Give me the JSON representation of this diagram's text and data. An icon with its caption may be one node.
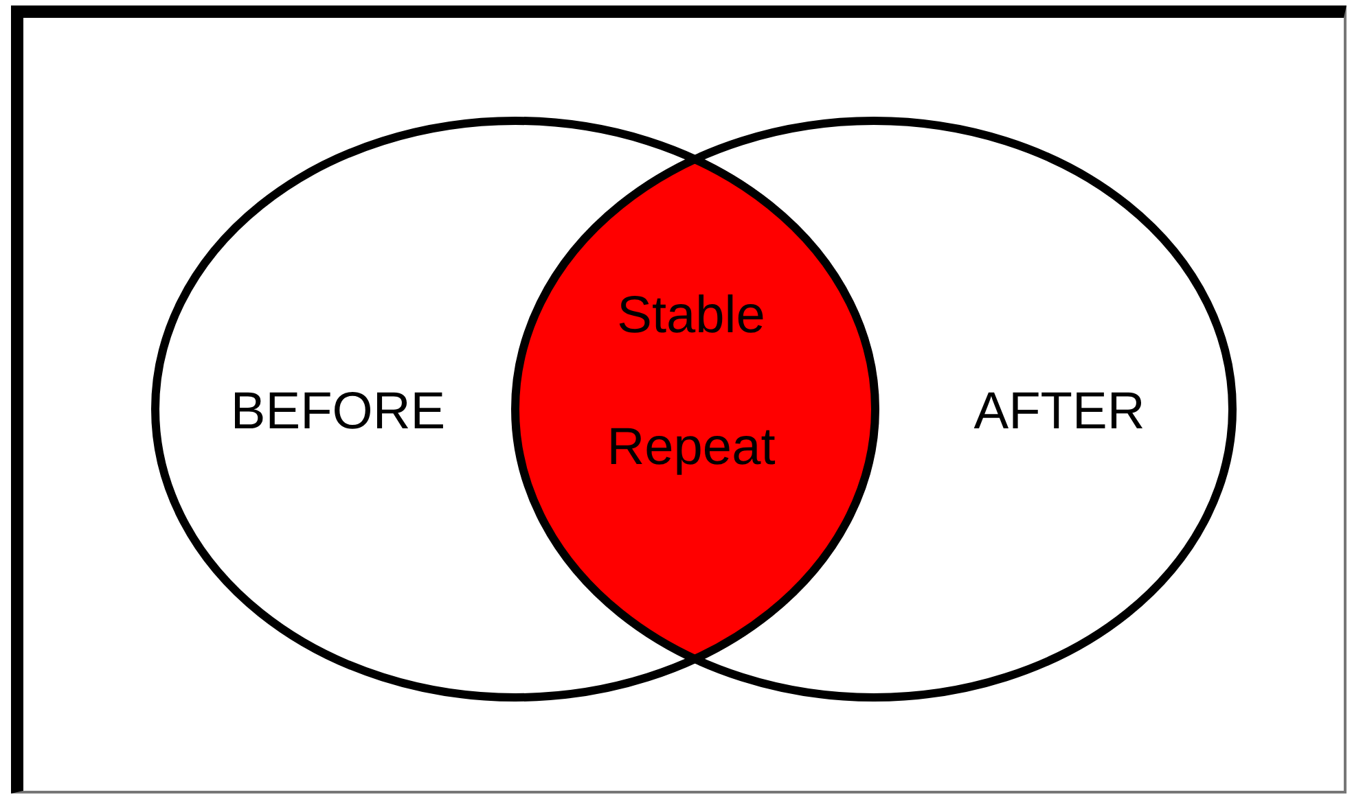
{
  "diagram": {
    "nodes": [
      {
        "text": [
          "BEFORE"
        ]
      },
      {
        "text": [
          "AFTER"
        ]
      },
      {
        "text": [
          "Stable Repeat"
        ]
      }
    ]
  }
}
